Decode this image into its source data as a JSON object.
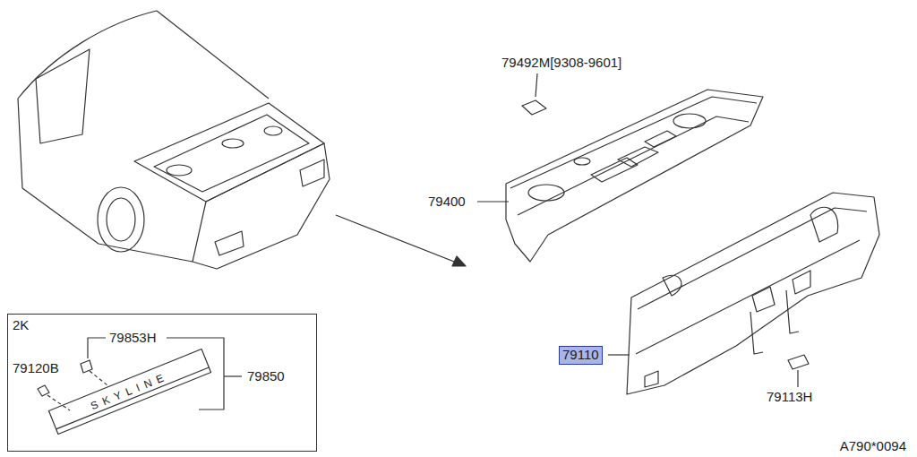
{
  "diagram": {
    "nodes": [
      {
        "text": [
          "2K"
        ]
      },
      {
        "text": [
          "79110"
        ]
      }
    ],
    "labels": [
      "79492M[9308-9601]",
      "79400",
      "79113H",
      "79853H",
      "79120B",
      "79850",
      "SKYLINE",
      "A790*0094"
    ]
  }
}
